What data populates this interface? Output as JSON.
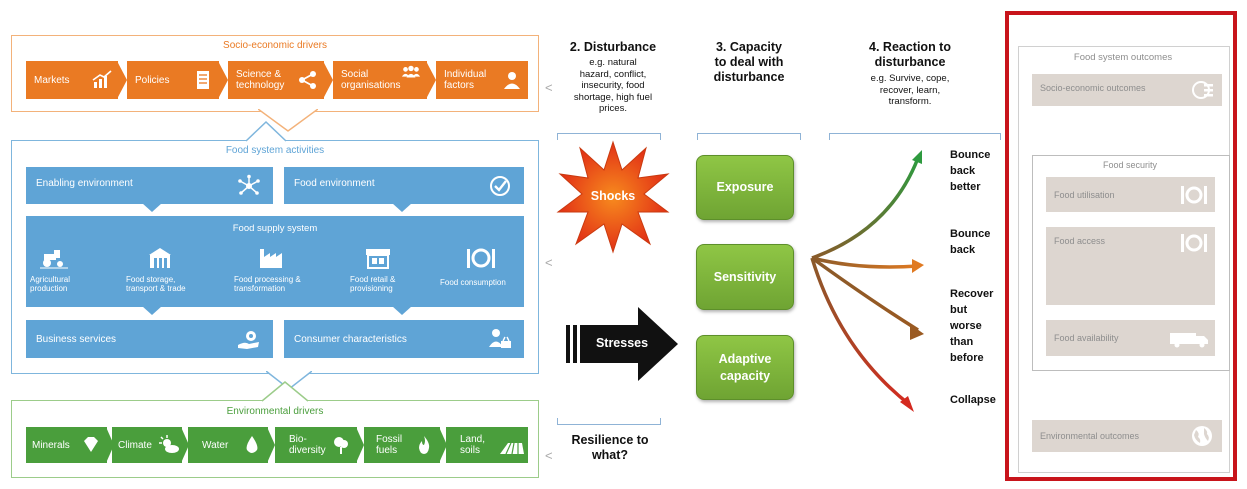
{
  "socio": {
    "title": "Socio-economic drivers",
    "items": [
      {
        "label": "Markets",
        "icon": "chart-icon"
      },
      {
        "label": "Policies",
        "icon": "document-icon"
      },
      {
        "label": "Science & technology",
        "icon": "share-icon"
      },
      {
        "label": "Social organisations",
        "icon": "people-icon"
      },
      {
        "label": "Individual factors",
        "icon": "person-icon"
      }
    ]
  },
  "activities": {
    "title": "Food system activities",
    "enabling": "Enabling environment",
    "food_env": "Food environment",
    "supply_title": "Food supply system",
    "supply_items": [
      "Agricultural production",
      "Food storage, transport & trade",
      "Food processing & transformation",
      "Food retail & provisioning",
      "Food consumption"
    ],
    "business": "Business services",
    "consumer": "Consumer characteristics"
  },
  "env": {
    "title": "Environmental drivers",
    "items": [
      {
        "label": "Minerals",
        "icon": "gem-icon"
      },
      {
        "label": "Climate",
        "icon": "sun-cloud-icon"
      },
      {
        "label": "Water",
        "icon": "drop-icon"
      },
      {
        "label": "Bio-diversity",
        "icon": "tree-icon"
      },
      {
        "label": "Fossil fuels",
        "icon": "flame-icon"
      },
      {
        "label": "Land, soils",
        "icon": "field-icon"
      }
    ]
  },
  "disturbance": {
    "title": "2. Disturbance",
    "sub": [
      "e.g. natural",
      "hazard, conflict,",
      "insecurity, food",
      "shortage, high fuel",
      "prices."
    ],
    "shocks": "Shocks",
    "stresses": "Stresses"
  },
  "capacity": {
    "title": [
      "3. Capacity",
      "to deal with",
      "disturbance"
    ],
    "items": [
      "Exposure",
      "Sensitivity",
      "Adaptive capacity"
    ]
  },
  "reaction": {
    "title": [
      "4. Reaction to",
      "disturbance"
    ],
    "sub": [
      "e.g. Survive, cope,",
      "recover, learn,",
      "transform."
    ],
    "outcomes": [
      {
        "label": "Bounce back better",
        "color": "#2e9a3f"
      },
      {
        "label": "Bounce back",
        "color": "#e07a22"
      },
      {
        "label": "Recover but worse than before",
        "color": "#9a5a22"
      },
      {
        "label": "Collapse",
        "color": "#d42a20"
      }
    ]
  },
  "resilience": "Resilience to what?",
  "outcomes_panel": {
    "title": "Food system outcomes",
    "socio": "Socio-economic outcomes",
    "security_title": "Food security",
    "security_items": [
      "Food utilisation",
      "Food access",
      "Food availability"
    ],
    "environmental": "Environmental outcomes",
    "highlight_color": "#c8141b"
  }
}
